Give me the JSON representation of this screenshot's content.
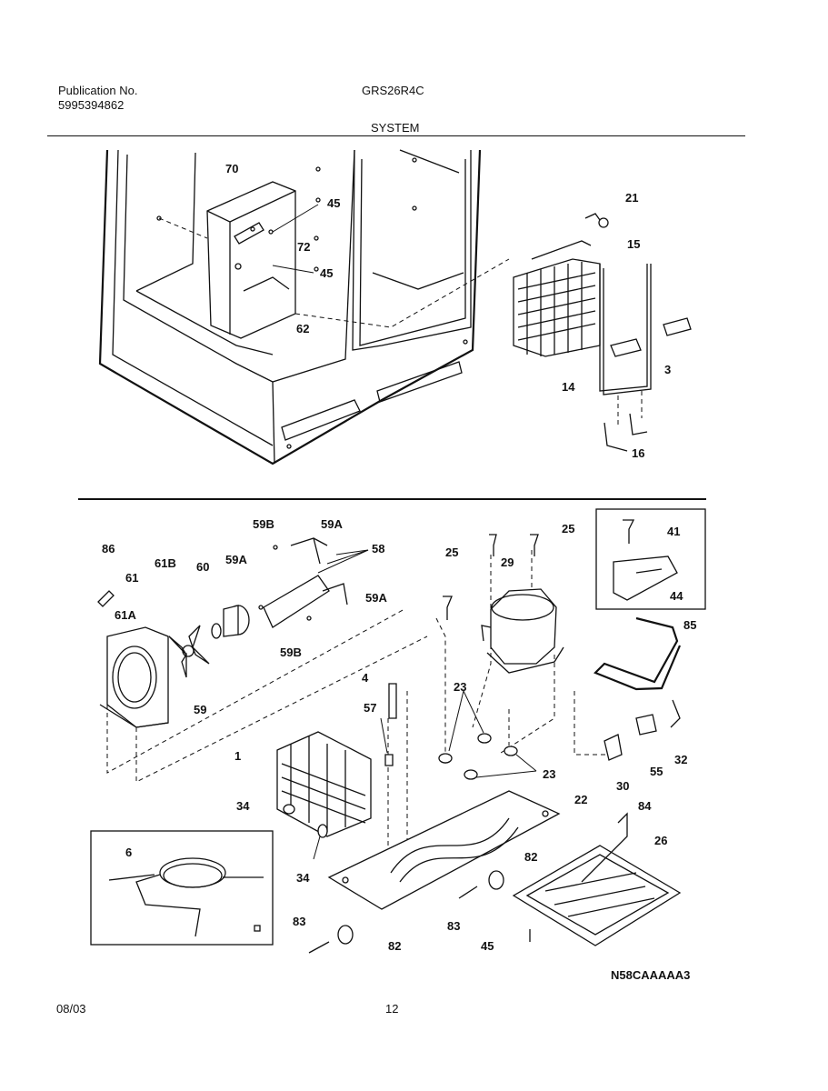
{
  "header": {
    "publication_label": "Publication No.",
    "publication_number": "5995394862",
    "model": "GRS26R4C",
    "section_title": "SYSTEM"
  },
  "footer": {
    "date": "08/03",
    "page": "12",
    "diagram_code": "N58CAAAAA3"
  },
  "callouts": {
    "top": [
      "70",
      "45",
      "72",
      "45",
      "62",
      "21",
      "15",
      "3",
      "14",
      "16"
    ],
    "bottom": [
      "59B",
      "59A",
      "86",
      "61B",
      "60",
      "59A",
      "58",
      "61",
      "59A",
      "61A",
      "59B",
      "59",
      "25",
      "25",
      "29",
      "41",
      "44",
      "85",
      "4",
      "57",
      "23",
      "23",
      "1",
      "30",
      "55",
      "32",
      "34",
      "22",
      "84",
      "26",
      "6",
      "34",
      "82",
      "83",
      "83",
      "82",
      "45"
    ]
  }
}
